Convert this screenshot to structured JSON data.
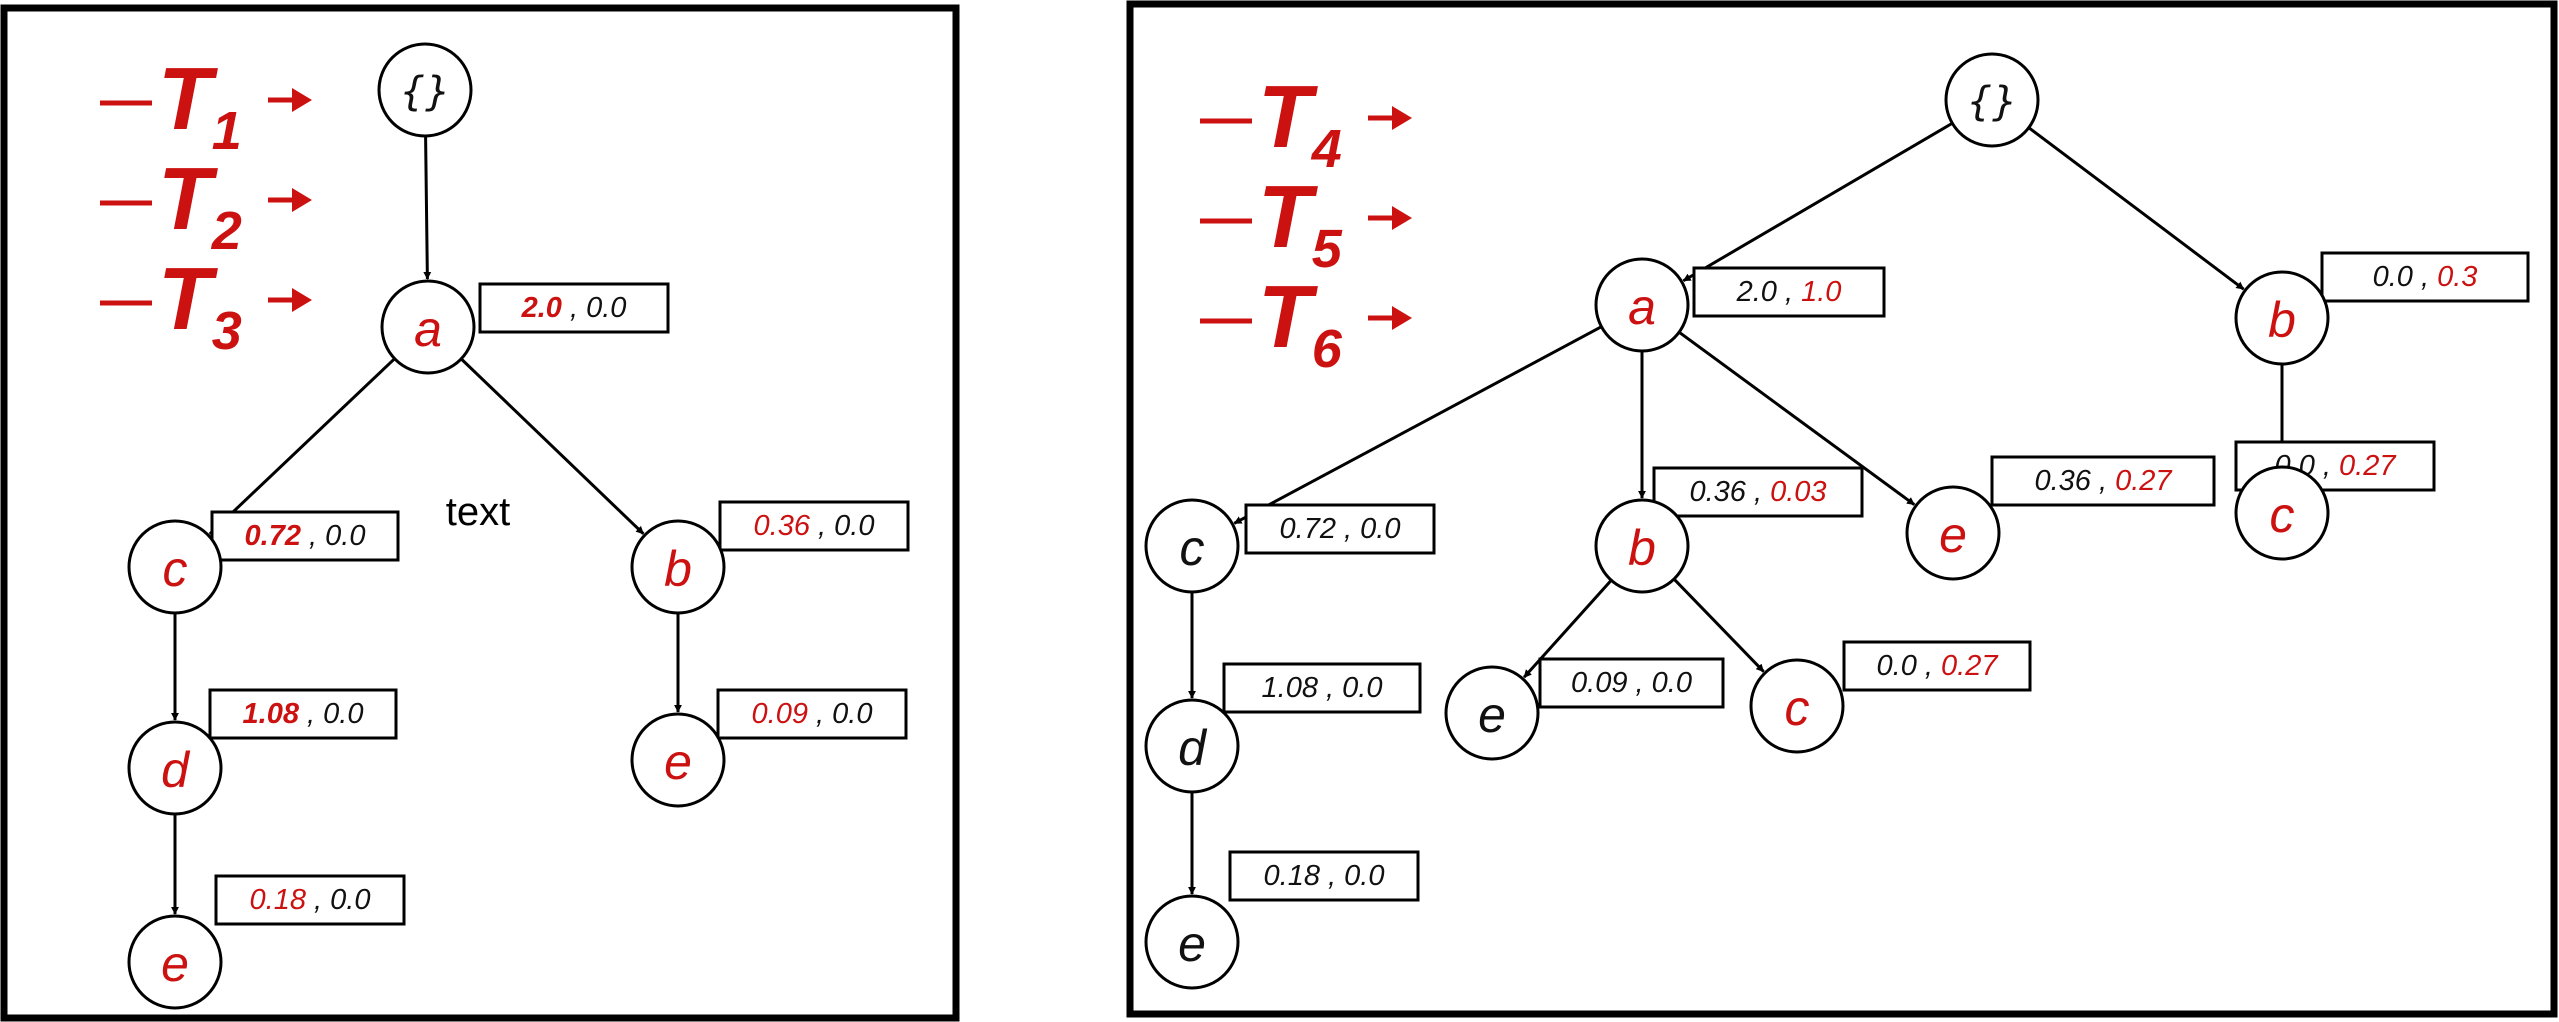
{
  "colors": {
    "red": "#cc1111",
    "black": "#111111"
  },
  "left_panel": {
    "transactions": [
      {
        "letter": "T",
        "sub": "1"
      },
      {
        "letter": "T",
        "sub": "2"
      },
      {
        "letter": "T",
        "sub": "3"
      }
    ],
    "annotation": "text",
    "nodes": [
      {
        "id": "L0",
        "label": "{}",
        "color": "black",
        "root": true
      },
      {
        "id": "L1",
        "label": "a",
        "color": "red",
        "box": [
          {
            "t": "2.0",
            "c": "red",
            "b": true
          },
          {
            "t": "0.0",
            "c": "black"
          }
        ]
      },
      {
        "id": "L2",
        "label": "c",
        "color": "red",
        "box": [
          {
            "t": "0.72",
            "c": "red",
            "b": true
          },
          {
            "t": "0.0",
            "c": "black"
          }
        ]
      },
      {
        "id": "L3",
        "label": "b",
        "color": "red",
        "box": [
          {
            "t": "0.36",
            "c": "red"
          },
          {
            "t": "0.0",
            "c": "black"
          }
        ]
      },
      {
        "id": "L4",
        "label": "d",
        "color": "red",
        "box": [
          {
            "t": "1.08",
            "c": "red",
            "b": true
          },
          {
            "t": "0.0",
            "c": "black"
          }
        ]
      },
      {
        "id": "L5",
        "label": "e",
        "color": "red",
        "box": [
          {
            "t": "0.09",
            "c": "red"
          },
          {
            "t": "0.0",
            "c": "black"
          }
        ]
      },
      {
        "id": "L6",
        "label": "e",
        "color": "red",
        "box": [
          {
            "t": "0.18",
            "c": "red"
          },
          {
            "t": "0.0",
            "c": "black"
          }
        ]
      }
    ],
    "edges": [
      [
        "L0",
        "L1"
      ],
      [
        "L1",
        "L2"
      ],
      [
        "L1",
        "L3"
      ],
      [
        "L2",
        "L4"
      ],
      [
        "L3",
        "L5"
      ],
      [
        "L4",
        "L6"
      ]
    ]
  },
  "right_panel": {
    "transactions": [
      {
        "letter": "T",
        "sub": "4"
      },
      {
        "letter": "T",
        "sub": "5"
      },
      {
        "letter": "T",
        "sub": "6"
      }
    ],
    "nodes": [
      {
        "id": "R0",
        "label": "{}",
        "color": "black",
        "root": true
      },
      {
        "id": "R1",
        "label": "a",
        "color": "red",
        "box": [
          {
            "t": "2.0",
            "c": "black"
          },
          {
            "t": "1.0",
            "c": "red"
          }
        ]
      },
      {
        "id": "R2",
        "label": "b",
        "color": "red",
        "box": [
          {
            "t": "0.0",
            "c": "black"
          },
          {
            "t": "0.3",
            "c": "red"
          }
        ]
      },
      {
        "id": "R3",
        "label": "c",
        "color": "black",
        "box": [
          {
            "t": "0.72",
            "c": "black"
          },
          {
            "t": "0.0",
            "c": "black"
          }
        ]
      },
      {
        "id": "R4",
        "label": "b",
        "color": "red",
        "box": [
          {
            "t": "0.36",
            "c": "black"
          },
          {
            "t": "0.03",
            "c": "red"
          }
        ]
      },
      {
        "id": "R5",
        "label": "e",
        "color": "red",
        "box": [
          {
            "t": "0.36",
            "c": "black"
          },
          {
            "t": "0.27",
            "c": "red"
          }
        ]
      },
      {
        "id": "R6",
        "label": "c",
        "color": "red",
        "box": [
          {
            "t": "0.0",
            "c": "black"
          },
          {
            "t": "0.27",
            "c": "red"
          }
        ]
      },
      {
        "id": "R7",
        "label": "d",
        "color": "black",
        "box": [
          {
            "t": "1.08",
            "c": "black"
          },
          {
            "t": "0.0",
            "c": "black"
          }
        ]
      },
      {
        "id": "R8",
        "label": "e",
        "color": "black",
        "box": [
          {
            "t": "0.09",
            "c": "black"
          },
          {
            "t": "0.0",
            "c": "black"
          }
        ]
      },
      {
        "id": "R9",
        "label": "c",
        "color": "red",
        "box": [
          {
            "t": "0.0",
            "c": "black"
          },
          {
            "t": "0.27",
            "c": "red"
          }
        ]
      },
      {
        "id": "R10",
        "label": "e",
        "color": "black",
        "box": [
          {
            "t": "0.18",
            "c": "black"
          },
          {
            "t": "0.0",
            "c": "black"
          }
        ]
      }
    ],
    "edges": [
      [
        "R0",
        "R1"
      ],
      [
        "R0",
        "R2"
      ],
      [
        "R1",
        "R3"
      ],
      [
        "R1",
        "R4"
      ],
      [
        "R1",
        "R5"
      ],
      [
        "R2",
        "R6"
      ],
      [
        "R3",
        "R7"
      ],
      [
        "R4",
        "R8"
      ],
      [
        "R4",
        "R9"
      ],
      [
        "R7",
        "R10"
      ]
    ]
  }
}
